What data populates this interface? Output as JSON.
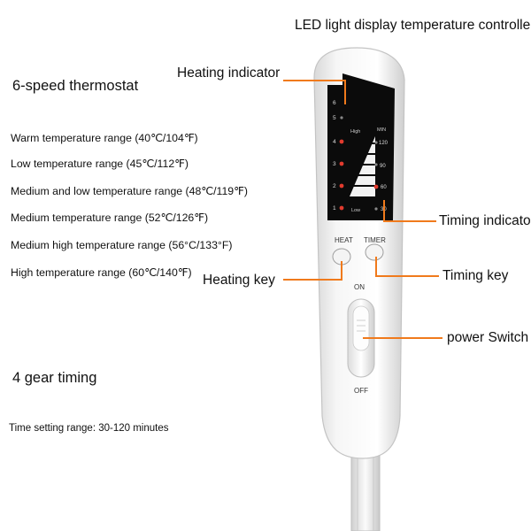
{
  "title": "LED light display temperature controller",
  "thermostat": {
    "heading": "6-speed thermostat",
    "ranges": [
      "Warm temperature range (40℃/104℉)",
      "Low temperature range (45℃/112℉)",
      "Medium and low temperature range (48℃/119℉)",
      "Medium temperature range (52℃/126℉)",
      "Medium high temperature range (56°C/133°F)",
      "High temperature range (60℃/140℉)"
    ]
  },
  "timing": {
    "heading": "4 gear timing",
    "range_note": "Time setting range: 30-120 minutes"
  },
  "callouts": {
    "heating_indicator": "Heating indicator",
    "timing_indicator": "Timing indicator",
    "heating_key": "Heating key",
    "timing_key": "Timing key",
    "power_switch": "power Switch"
  },
  "device": {
    "levels": [
      "6",
      "5",
      "4",
      "3",
      "2",
      "1"
    ],
    "high_label": "High",
    "low_label": "Low",
    "min_label": "MIN",
    "minutes": [
      "120",
      "90",
      "60",
      "30"
    ],
    "heat_label": "HEAT",
    "timer_label": "TIMER",
    "on_label": "ON",
    "off_label": "OFF",
    "accent_color": "#f07a1c",
    "led_color": "#e23b2e"
  }
}
